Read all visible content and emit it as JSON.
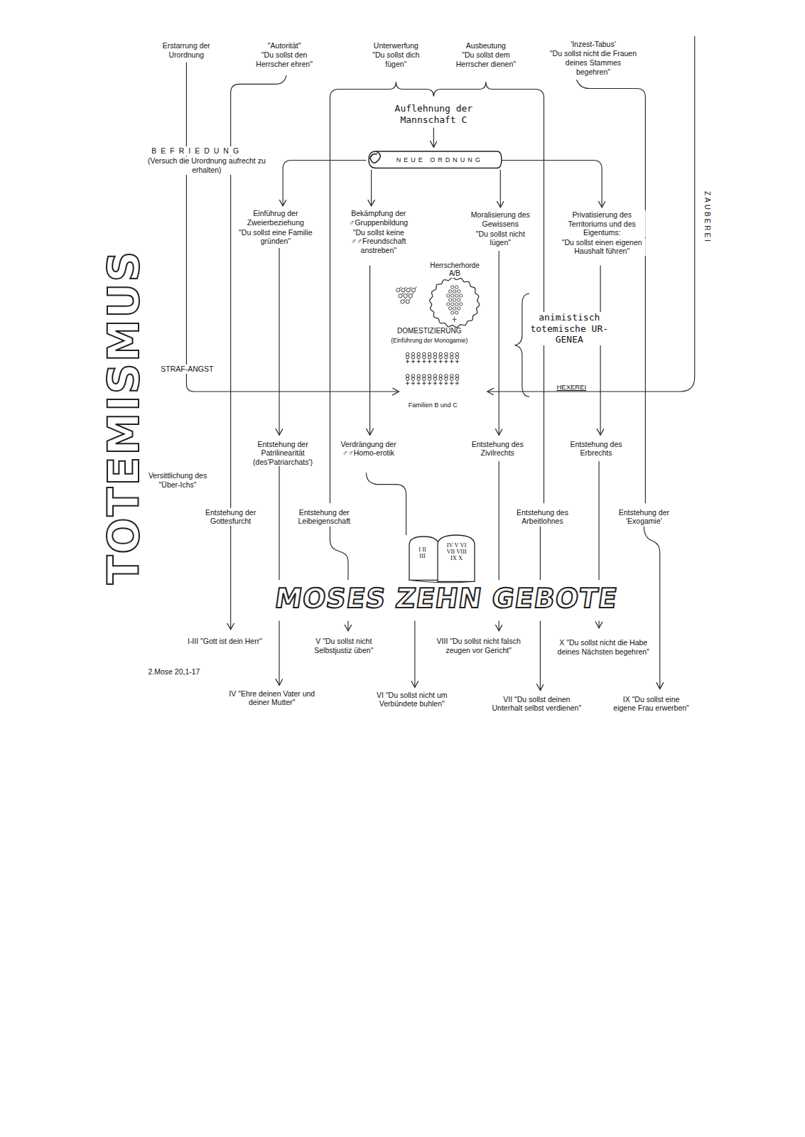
{
  "diagram": {
    "nodes": [
      {
        "text": [
          "NEUE ORDNUNG"
        ]
      },
      {
        "text": [
          "Herrscherhorde A/B"
        ]
      },
      {
        "text": [
          "I II III",
          "IV V VI VII VIII IX X"
        ]
      }
    ],
    "labels": [
      "Erstarrung der Urordnung",
      "\"Autorität\"",
      "\"Du sollst den Herrscher ehren\"",
      "Unterwerfung",
      "\"Du sollst dich fügen\"",
      "Ausbeutung",
      "\"Du sollst dem Herrscher dienen\"",
      "'Inzest-Tabus'",
      "\"Du sollst nicht die Frauen deines Stammes begehren\"",
      "Auflehnung der Mannschaft C",
      "ZAUBEREI",
      "BEFRIEDUNG",
      "(Versuch die Urordnung aufrecht zu erhalten)",
      "Einführug der Zweierbeziehung",
      "\"Du sollst eine Familie gründen\"",
      "Bekämpfung der ♂Gruppenbildung",
      "\"Du sollst keine ♂♂Freundschaft anstreben\"",
      "Moralisierung des Gewissens",
      "\"Du sollst nicht lügen\"",
      "Privatisierung des Territoriums und des Eigentums:",
      "\"Du sollst einen eigenen Haushalt führen\"",
      "DOMESTIZIERUNG",
      "(Einführung der Monogamie)",
      "animistisch totemische UR-GENEA",
      "STRAF-ANGST",
      "HEXEREI",
      "Familien B und C",
      "TOTEMISMUS",
      "Entstehung der Patrilinearität (des'Patriarchats')",
      "Verdrängung der ♂♂Homo-erotik",
      "Entstehung des Zivilrechts",
      "Entstehung des Erbrechts",
      "Versittlichung des \"Über-Ichs\"",
      "Entstehung der Gottesfurcht",
      "Entstehung der Leibeigenschaft",
      "Entstehung des Arbeitlohnes",
      "Entstehung der 'Exogamie'",
      "MOSES ZEHN GEBOTE",
      "I-III \"Gott ist dein Herr\"",
      "V \"Du sollst nicht Selbstjustiz üben\"",
      "VIII \"Du sollst nicht falsch zeugen vor Gericht\"",
      "X \"Du sollst nicht die Habe deines Nächsten begehren\"",
      "2.Mose 20,1-17",
      "IV \"Ehre deinen Vater und deiner Mutter\"",
      "VI \"Du sollst nicht um Verbündete buhlen\"",
      "VII \"Du sollst deinen Unterhalt selbst verdienen\"",
      "IX \"Du sollst eine eigene Frau erwerben\""
    ]
  }
}
